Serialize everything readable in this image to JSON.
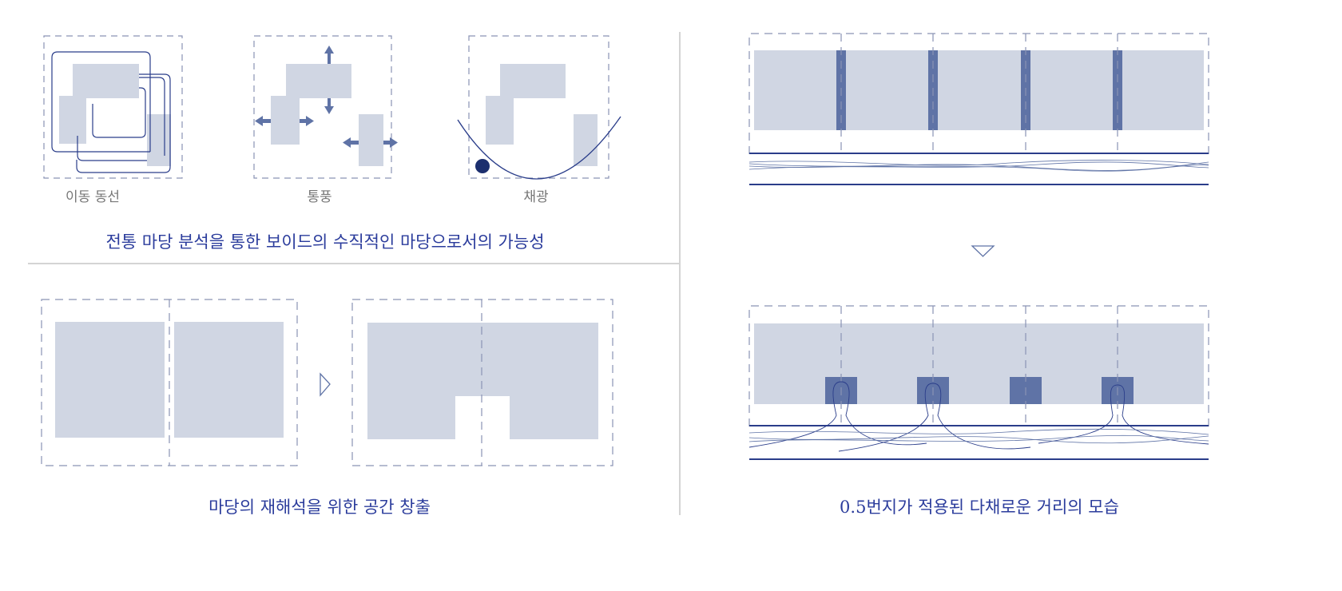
{
  "colors": {
    "block": "#d0d6e3",
    "dark": "#5f73a6",
    "line": "#2a3d8a",
    "dash": "#8a93b5",
    "caption": "#2b3c9c"
  },
  "top_left": {
    "panels": [
      {
        "label": "이동 동선"
      },
      {
        "label": "통풍"
      },
      {
        "label": "채광"
      }
    ],
    "caption": "전통 마당 분석을 통한 보이드의 수직적인 마당으로서의 가능성"
  },
  "bottom_left": {
    "caption": "마당의 재해석을 위한 공간 창출"
  },
  "right": {
    "caption": "0.5번지가 적용된 다채로운 거리의 모습"
  }
}
